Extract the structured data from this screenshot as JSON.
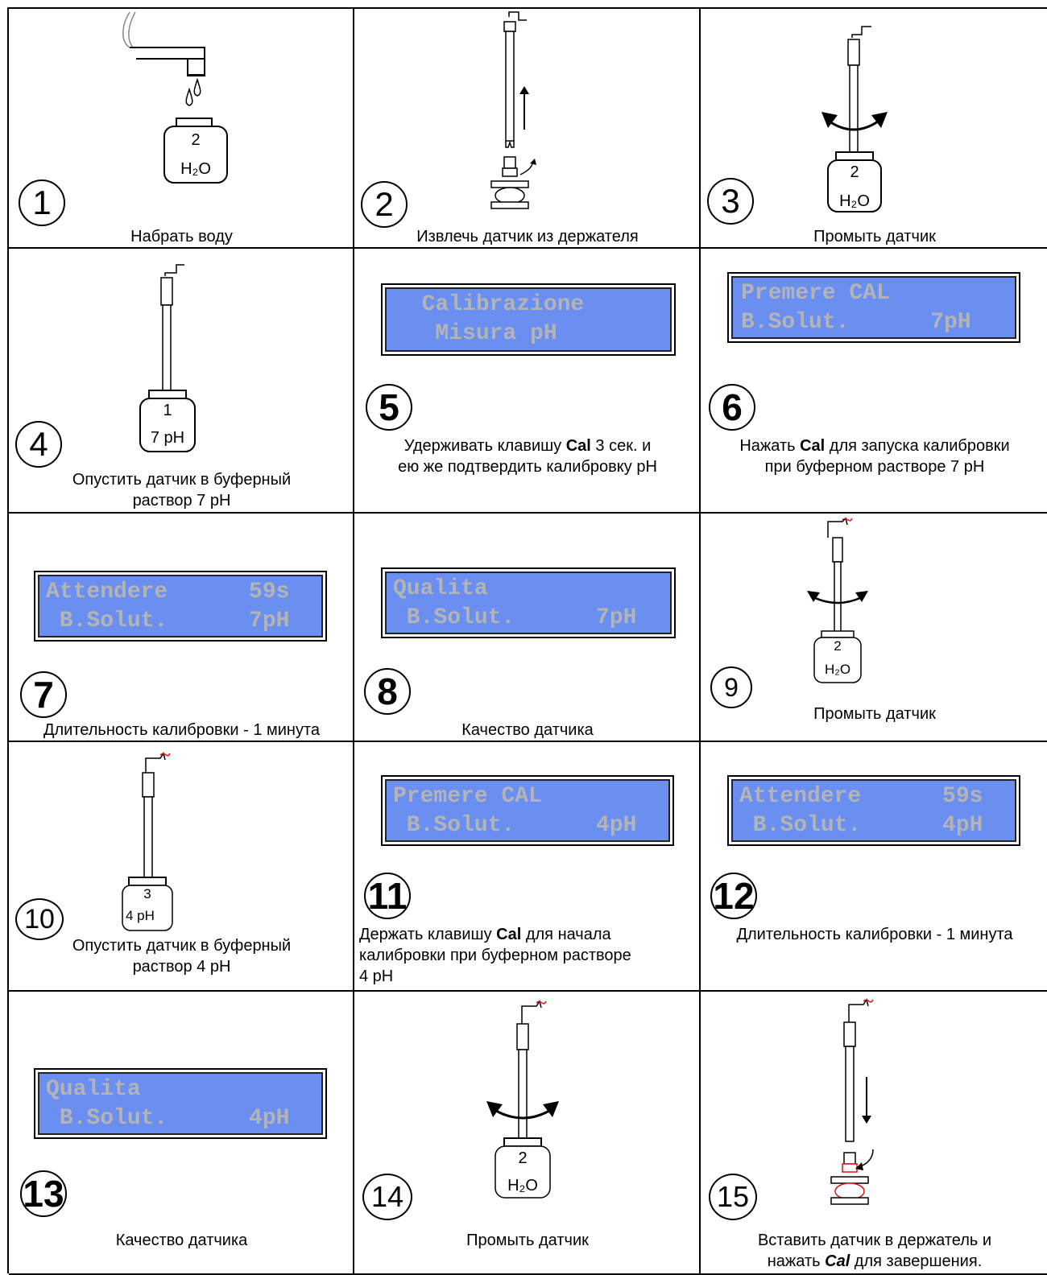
{
  "cells": [
    {
      "num": "1",
      "caption": "Набрать воду",
      "jar_top": "2",
      "jar_bottom": "H₂O"
    },
    {
      "num": "2",
      "caption": "Извлечь датчик из держателя"
    },
    {
      "num": "3",
      "caption": "Промыть датчик",
      "jar_top": "2",
      "jar_bottom": "H₂O"
    },
    {
      "num": "4",
      "caption_line1": "Опустить датчик в буферный",
      "caption_line2": "раствор 7 pH",
      "jar_top": "1",
      "jar_bottom": "7 pH"
    },
    {
      "num": "5",
      "lcd_line1": "  Calibrazione",
      "lcd_line2": "   Misura pH",
      "cap_a": "Удерживать клавишу ",
      "cap_bold": "Cal",
      "cap_b": "  3 сек. и",
      "cap_line2": "ею же подтвердить калибровку pH"
    },
    {
      "num": "6",
      "lcd_line1": "Premere CAL",
      "lcd_line2": "B.Solut.      7pH",
      "cap_a": "Нажать ",
      "cap_bold": "Cal",
      "cap_b": " для запуска калибровки",
      "cap_line2": "при буферном растворе  7 pH"
    },
    {
      "num": "7",
      "lcd_line1": "Attendere      59s",
      "lcd_line2": " B.Solut.      7pH",
      "caption": "Длительность калибровки - 1 минута"
    },
    {
      "num": "8",
      "lcd_line1": "Qualita",
      "lcd_line2": " B.Solut.      7pH",
      "caption": "Качество датчика"
    },
    {
      "num": "9",
      "caption": "Промыть датчик",
      "jar_top": "2",
      "jar_bottom": "H₂O"
    },
    {
      "num": "10",
      "caption_line1": "Опустить датчик в буферный",
      "caption_line2": "раствор  4 pH",
      "jar_top": "3",
      "jar_bottom": "4 pH"
    },
    {
      "num": "11",
      "lcd_line1": "Premere CAL",
      "lcd_line2": " B.Solut.      4pH",
      "cap_a": " Держать клавишу  ",
      "cap_bold": "Cal",
      "cap_b": " для начала",
      "cap_line2": "калибровки при буферном растворе",
      "cap_line3": "4 pH"
    },
    {
      "num": "12",
      "lcd_line1": "Attendere      59s",
      "lcd_line2": " B.Solut.      4pH",
      "caption": "Длительность калибровки - 1 минута"
    },
    {
      "num": "13",
      "lcd_line1": "Qualita",
      "lcd_line2": " B.Solut.      4pH",
      "caption": "Качество датчика"
    },
    {
      "num": "14",
      "caption": "Промыть датчик",
      "jar_top": "2",
      "jar_bottom": "H₂O"
    },
    {
      "num": "15",
      "cap_line1": "Вставить датчик  в держатель  и",
      "cap_a": "нажать  ",
      "cap_bold": "Cal",
      "cap_b": " для завершения."
    }
  ],
  "colors": {
    "lcd_bg": "#6a8ff0",
    "lcd_text": "#b4b4b4",
    "accent_red": "#e01010"
  }
}
